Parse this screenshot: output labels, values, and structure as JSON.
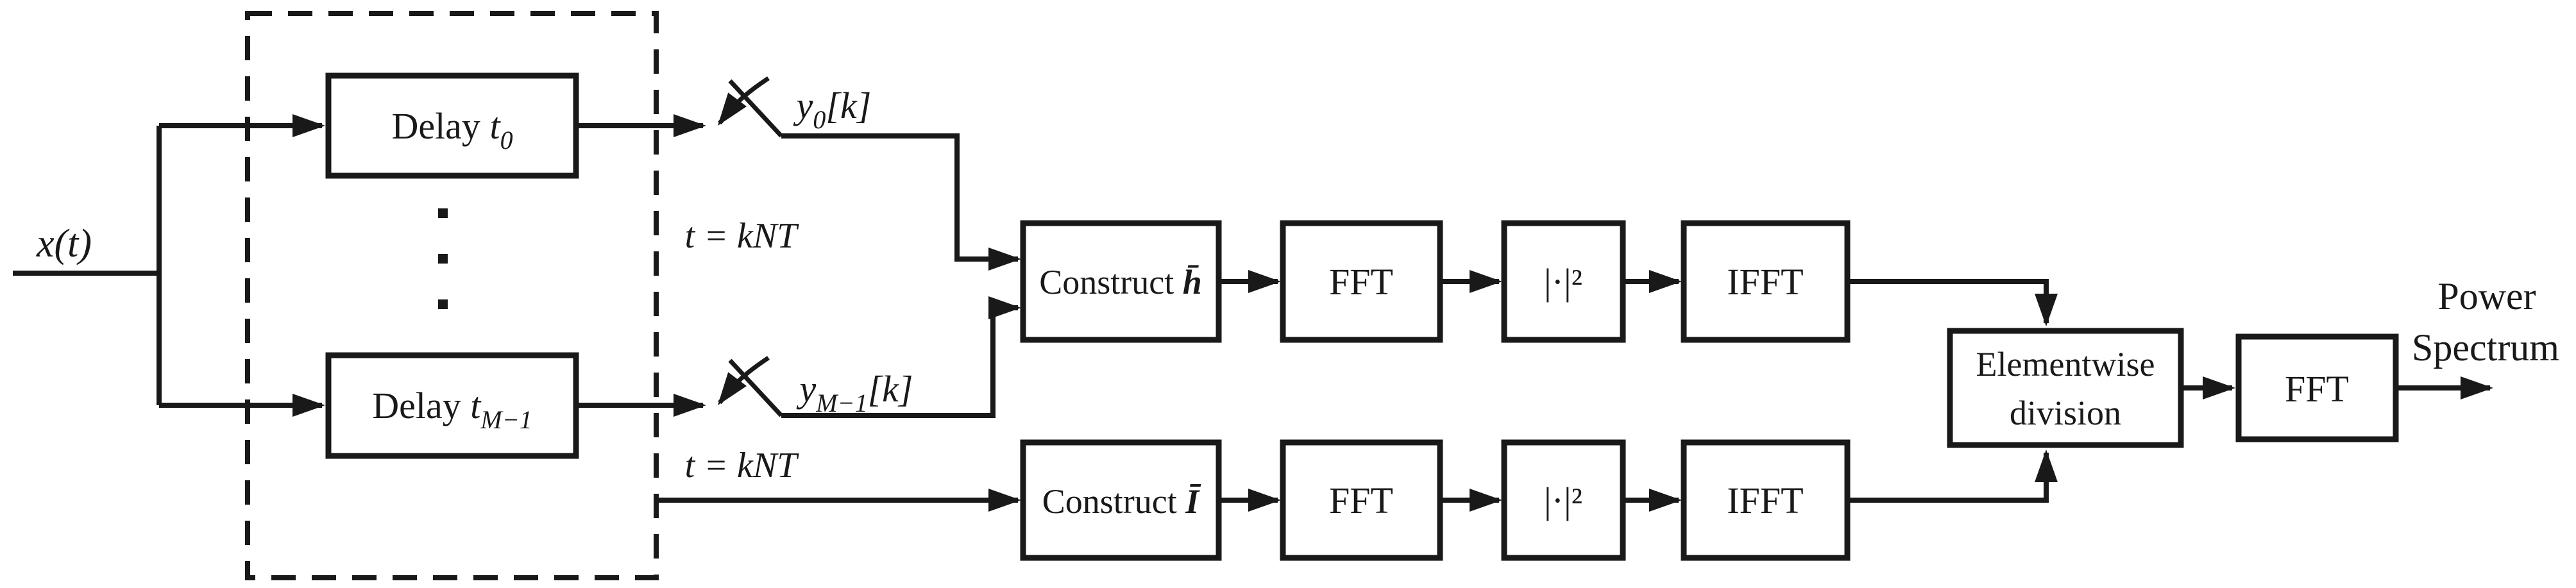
{
  "figure": {
    "background": "#ffffff",
    "ink": "#191919"
  },
  "labels": {
    "input_signal": "x(t)",
    "sample_time_top": "t = kNT",
    "sample_time_bottom": "t = kNT",
    "switch_top_output": {
      "var": "y",
      "sub": "0",
      "rest": "[k]"
    },
    "switch_bottom_output": {
      "var": "y",
      "sub": "M−1",
      "rest": "[k]"
    },
    "output_line1": "Power",
    "output_line2": "Spectrum"
  },
  "blocks": {
    "delay_top": {
      "prefix": "Delay ",
      "var": "t",
      "sub": "0"
    },
    "delay_bottom": {
      "prefix": "Delay ",
      "var": "t",
      "sub": "M−1"
    },
    "construct_h": {
      "prefix": "Construct ",
      "symbol": "h̄"
    },
    "fft_top": "FFT",
    "mag_sq_top": "|·|²",
    "ifft_top": "IFFT",
    "construct_i": {
      "prefix": "Construct ",
      "symbol": "Ī"
    },
    "fft_bottom": "FFT",
    "mag_sq_bottom": "|·|²",
    "ifft_bottom": "IFFT",
    "elementwise": {
      "line1": "Elementwise",
      "line2": "division"
    },
    "fft_final": "FFT"
  }
}
